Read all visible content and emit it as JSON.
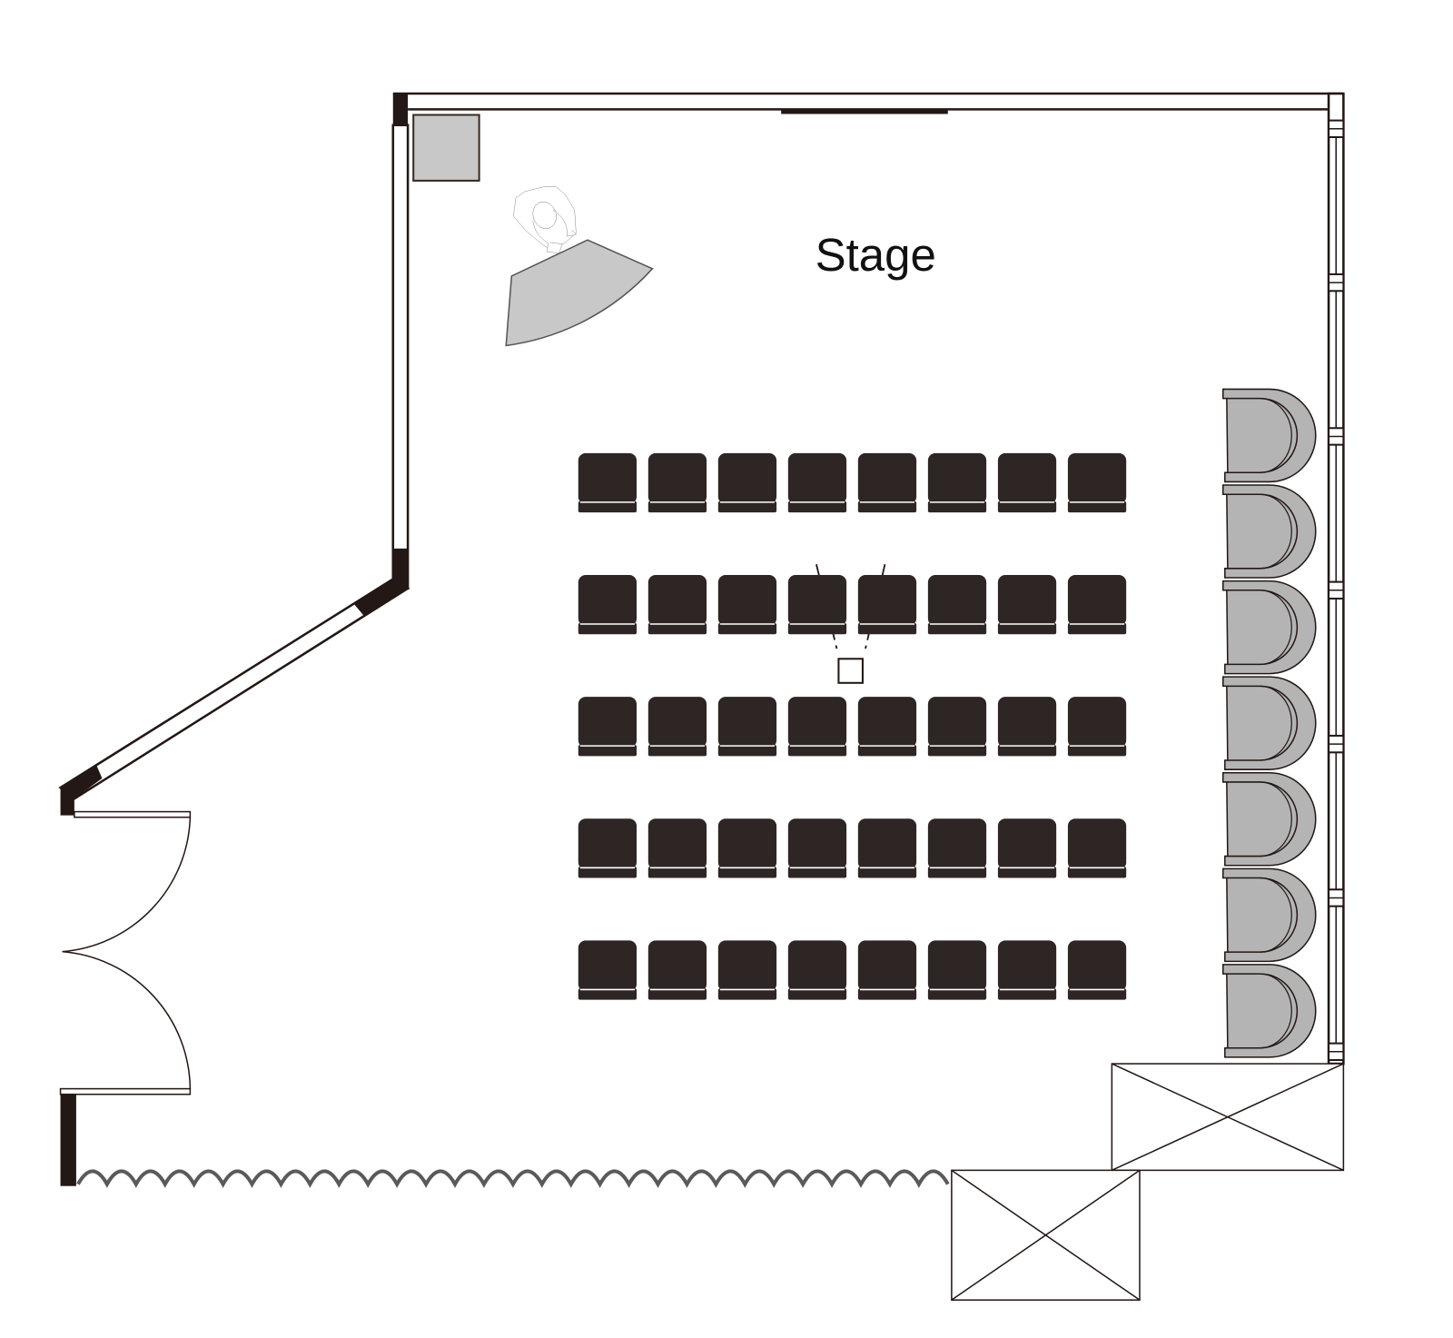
{
  "title": "Stage",
  "layout": {
    "audience_rows": 5,
    "audience_seats_per_row": 8,
    "side_seats": 7,
    "side_wall_mullions": 7
  },
  "colors": {
    "wall": "#231815",
    "seat": "#2d2624",
    "furniture_fill": "#c8c8c8",
    "side_seat_fill": "#b4b4b4",
    "curtain": "#5a5a5a"
  }
}
